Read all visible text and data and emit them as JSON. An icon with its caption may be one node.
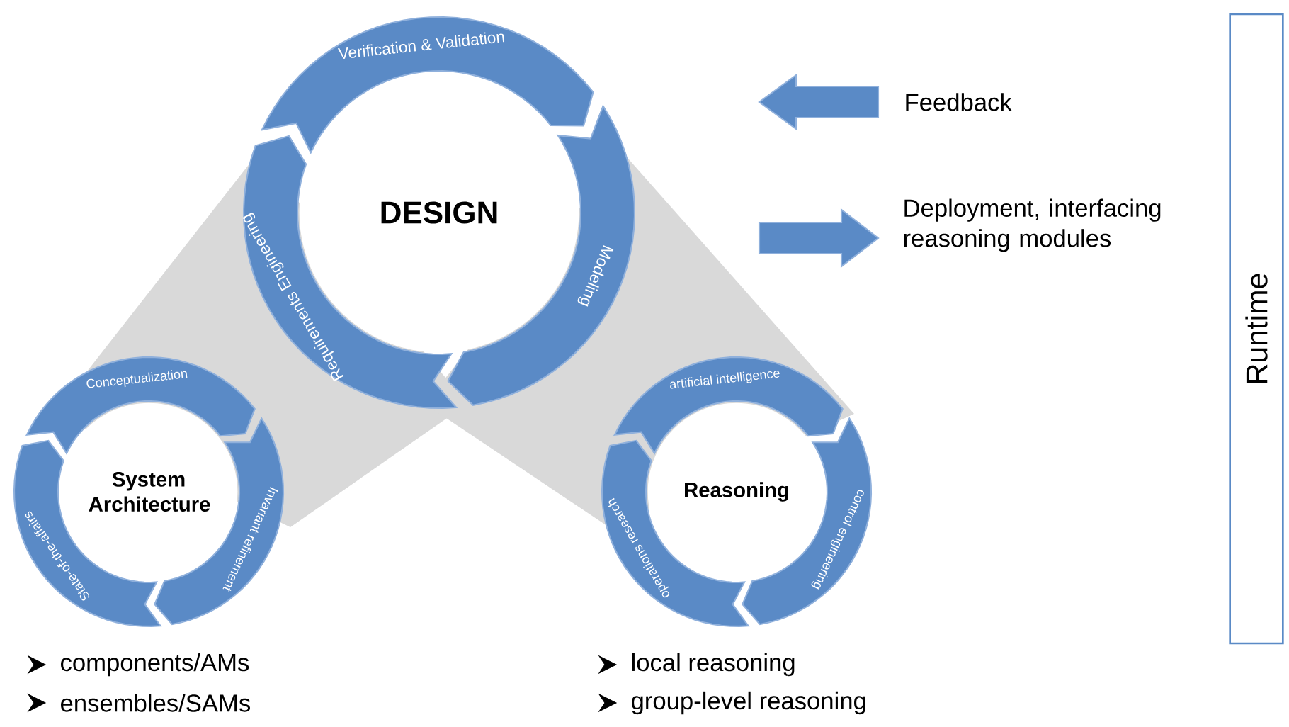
{
  "diagram": {
    "nodes": [
      {
        "text": [
          "DESIGN"
        ]
      },
      {
        "text": [
          "Verification & Validation"
        ]
      },
      {
        "text": [
          "Modeling"
        ]
      },
      {
        "text": [
          "Requirements Engineering"
        ]
      },
      {
        "text": [
          "System Architecture"
        ]
      },
      {
        "text": [
          "Conceptualization"
        ]
      },
      {
        "text": [
          "Invariant refinement"
        ]
      },
      {
        "text": [
          "State-of-the-affairs"
        ]
      },
      {
        "text": [
          "Reasoning"
        ]
      },
      {
        "text": [
          "artificial intelligence"
        ]
      },
      {
        "text": [
          "control engineering"
        ]
      },
      {
        "text": [
          "operations research"
        ]
      },
      {
        "text": [],
        "shape": "arrow",
        "beside": [
          "Feedback"
        ]
      },
      {
        "text": [],
        "shape": "arrow",
        "beside": [
          "Deployment, interfacing reasoning modules"
        ]
      },
      {
        "text": [
          "Runtime"
        ]
      }
    ],
    "labels": [
      "components/AMs",
      "ensembles/SAMs",
      "local reasoning",
      "group-level reasoning"
    ]
  }
}
